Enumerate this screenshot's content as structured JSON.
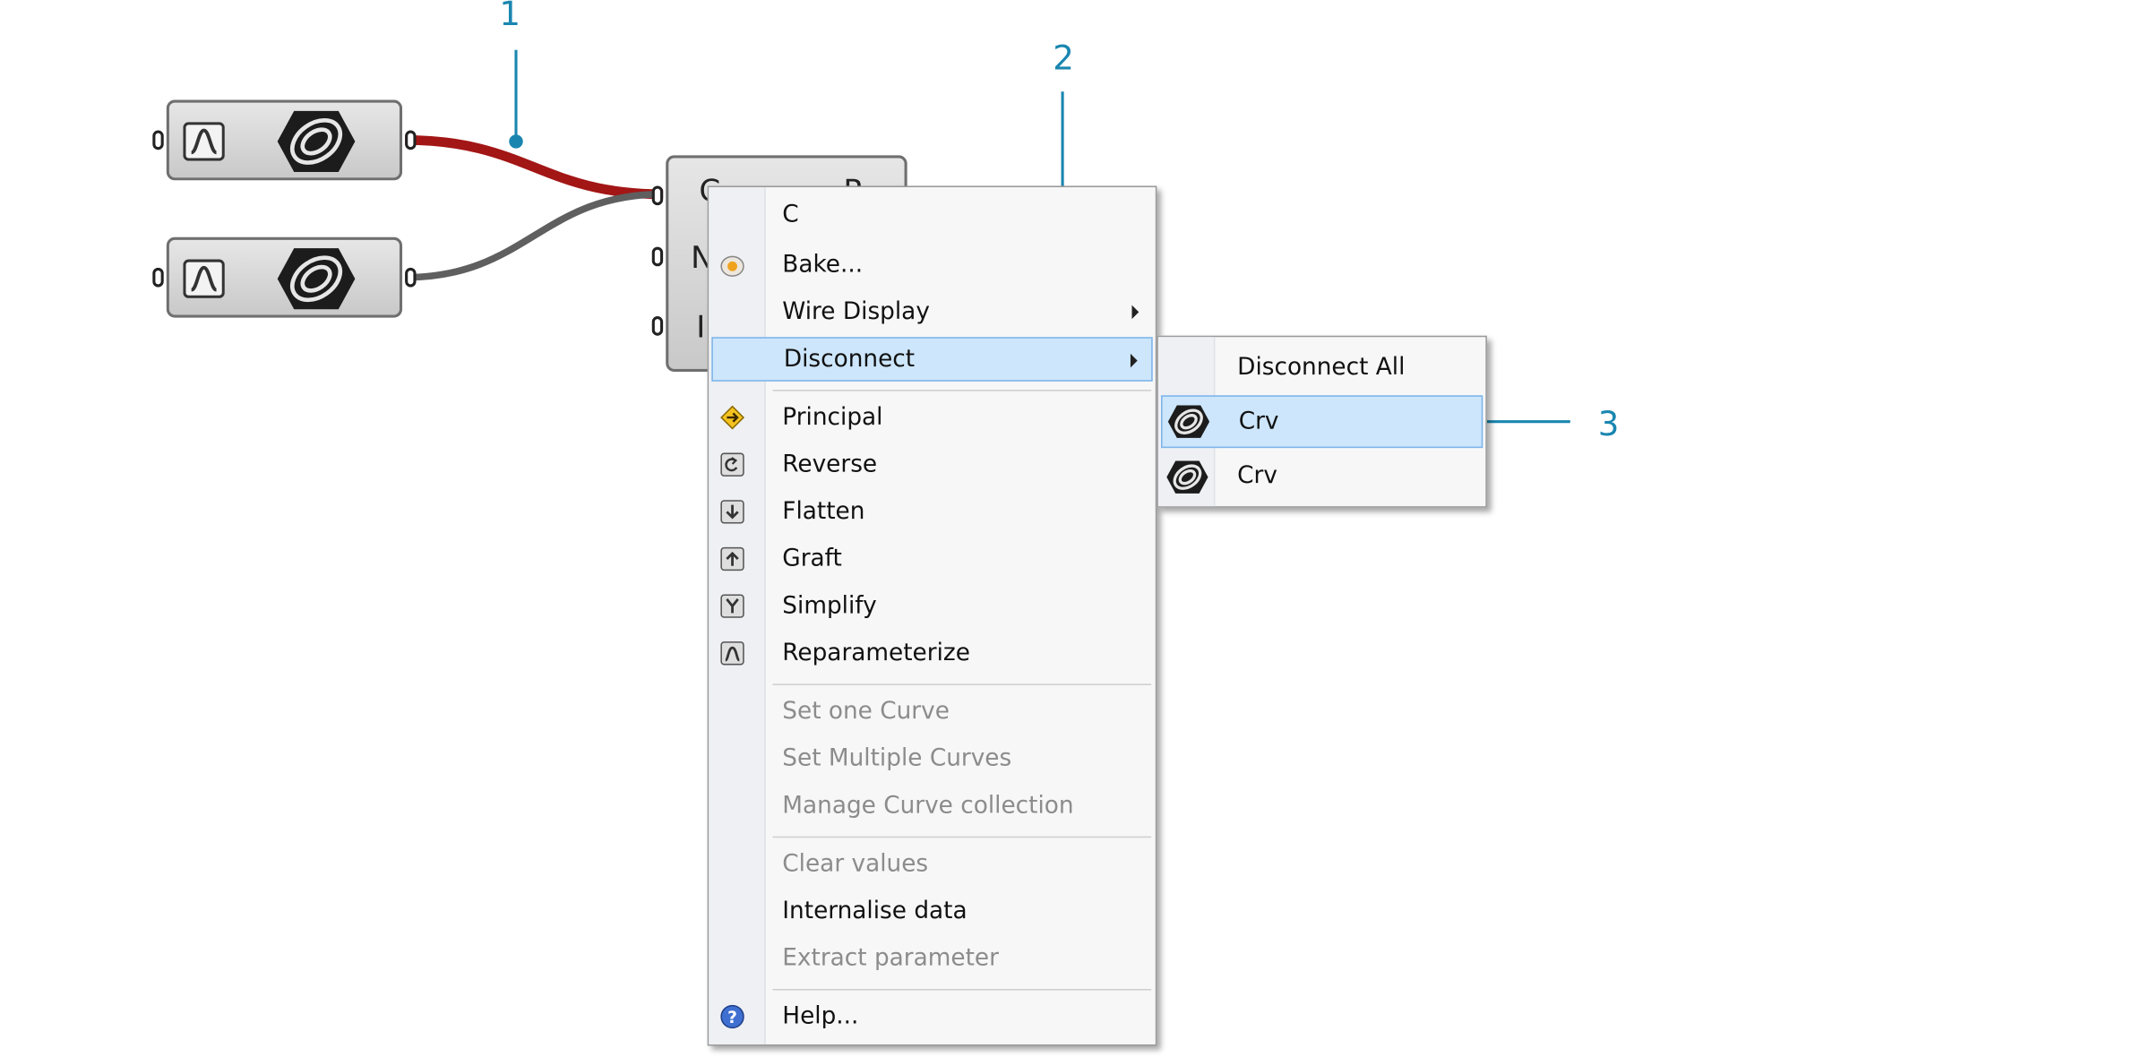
{
  "callouts": {
    "one": "1",
    "two": "2",
    "three": "3"
  },
  "node_inputs": {
    "c": "C",
    "n": "N",
    "i": "I",
    "r": "R"
  },
  "context_menu": {
    "name_item": "C",
    "bake": "Bake...",
    "wire_display": "Wire Display",
    "disconnect": "Disconnect",
    "principal": "Principal",
    "reverse": "Reverse",
    "flatten": "Flatten",
    "graft": "Graft",
    "simplify": "Simplify",
    "reparameterize": "Reparameterize",
    "set_one_curve": "Set one Curve",
    "set_multiple_curves": "Set Multiple Curves",
    "manage_curve_collection": "Manage Curve collection",
    "clear_values": "Clear values",
    "internalise_data": "Internalise data",
    "extract_parameter": "Extract parameter",
    "help": "Help..."
  },
  "submenu": {
    "disconnect_all": "Disconnect All",
    "crv_1": "Crv",
    "crv_2": "Crv"
  },
  "colors": {
    "accent": "#1a86b0",
    "active_wire": "#a31616",
    "wire": "#5f5f5f",
    "highlight": "#cde6fb"
  }
}
